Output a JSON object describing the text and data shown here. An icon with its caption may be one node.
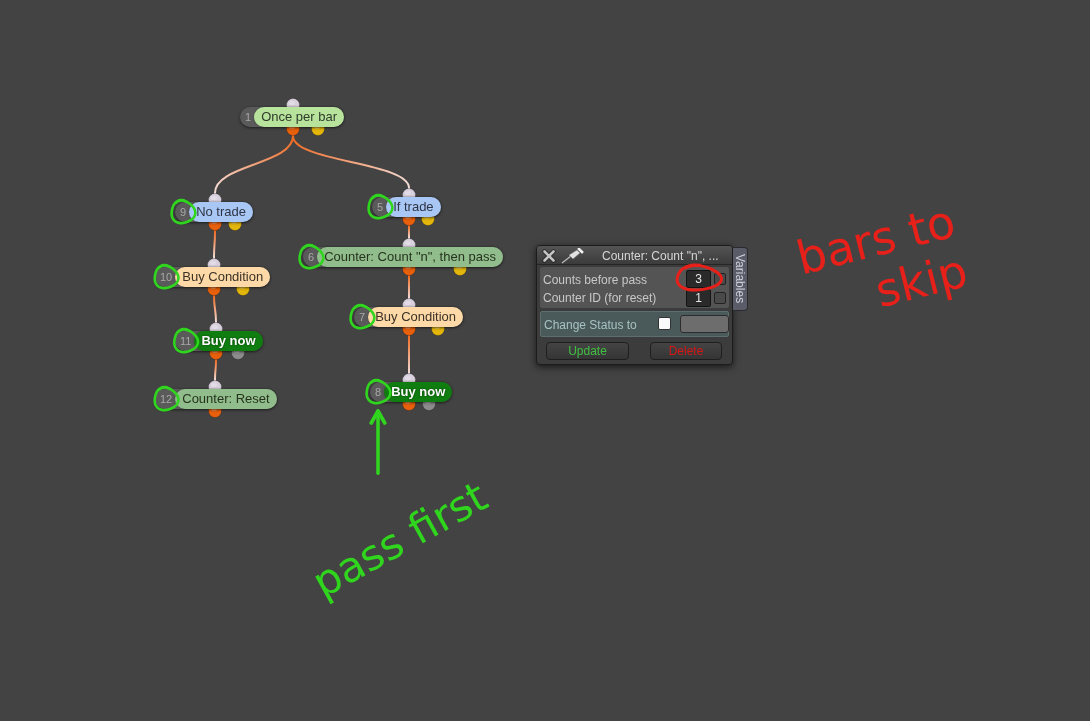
{
  "diagram": {
    "nodes": [
      {
        "text": [
          "1",
          "Once per bar"
        ]
      },
      {
        "text": [
          "9",
          "No trade"
        ]
      },
      {
        "text": [
          "10",
          "Buy Condition"
        ]
      },
      {
        "text": [
          "11",
          "Buy now"
        ]
      },
      {
        "text": [
          "12",
          "Counter: Reset"
        ]
      },
      {
        "text": [
          "5",
          "If trade"
        ]
      },
      {
        "text": [
          "6",
          "Counter: Count \"n\", then pass"
        ]
      },
      {
        "text": [
          "7",
          "Buy Condition"
        ]
      },
      {
        "text": [
          "8",
          "Buy now"
        ]
      },
      {
        "text": [
          "Counter: Count \"n\", ...",
          "Counts before pass",
          "3",
          "Counter ID (for reset)",
          "1",
          "Change Status to",
          "Update",
          "Delete"
        ],
        "beside": [
          "Variables"
        ]
      },
      {
        "text": [
          "pass first"
        ]
      }
    ],
    "edges": [
      {
        "from": 0,
        "to": 1,
        "arrow": "none"
      },
      {
        "from": 0,
        "to": 5,
        "arrow": "none"
      },
      {
        "from": 1,
        "to": 2,
        "arrow": "none"
      },
      {
        "from": 2,
        "to": 3,
        "arrow": "none"
      },
      {
        "from": 3,
        "to": 4,
        "arrow": "none"
      },
      {
        "from": 5,
        "to": 6,
        "arrow": "none"
      },
      {
        "from": 6,
        "to": 7,
        "arrow": "none"
      },
      {
        "from": 7,
        "to": 8,
        "arrow": "none"
      },
      {
        "from": 10,
        "to": 8,
        "arrow": "to",
        "color": "#2fd61d"
      }
    ],
    "labels": [
      "bars to skip"
    ]
  }
}
